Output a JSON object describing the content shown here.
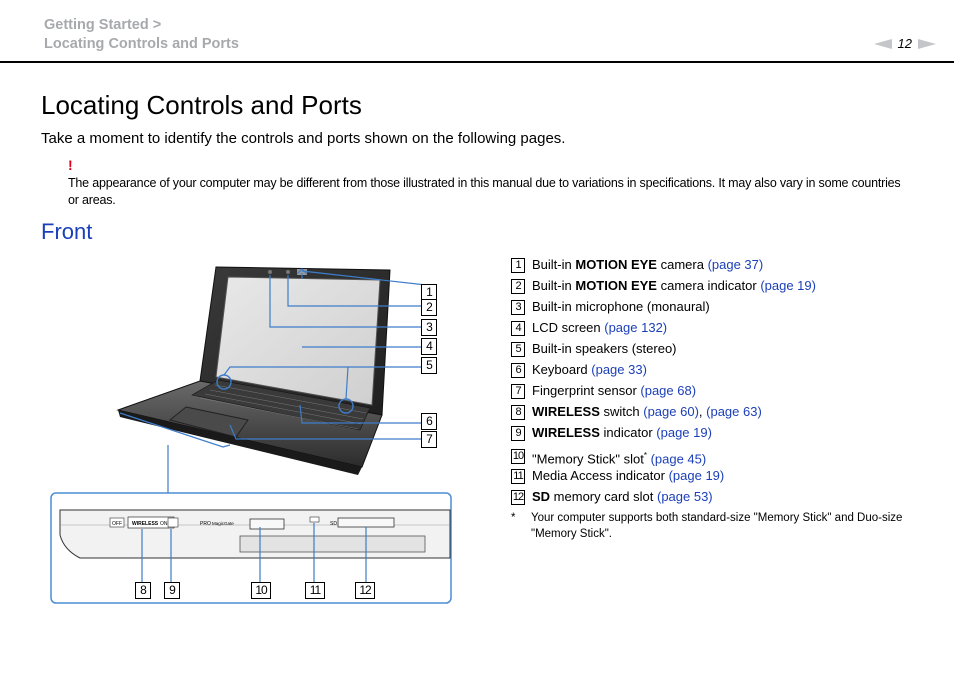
{
  "header": {
    "breadcrumb_line1": "Getting Started >",
    "breadcrumb_line2": "Locating Controls and Ports",
    "page_number": "12"
  },
  "title": "Locating Controls and Ports",
  "intro": "Take a moment to identify the controls and ports shown on the following pages.",
  "note": {
    "mark": "!",
    "text": "The appearance of your computer may be different from those illustrated in this manual due to variations in specifications. It may also vary in some countries or areas."
  },
  "section_title": "Front",
  "items": [
    {
      "num": "1",
      "pre": "Built-in ",
      "bold": "MOTION EYE",
      "post": " camera ",
      "link": "(page 37)",
      "link2": ""
    },
    {
      "num": "2",
      "pre": "Built-in ",
      "bold": "MOTION EYE",
      "post": " camera indicator ",
      "link": "(page 19)",
      "link2": ""
    },
    {
      "num": "3",
      "pre": "Built-in microphone (monaural)",
      "bold": "",
      "post": "",
      "link": "",
      "link2": ""
    },
    {
      "num": "4",
      "pre": "LCD screen ",
      "bold": "",
      "post": "",
      "link": "(page 132)",
      "link2": ""
    },
    {
      "num": "5",
      "pre": "Built-in speakers (stereo)",
      "bold": "",
      "post": "",
      "link": "",
      "link2": ""
    },
    {
      "num": "6",
      "pre": "Keyboard ",
      "bold": "",
      "post": "",
      "link": "(page 33)",
      "link2": ""
    },
    {
      "num": "7",
      "pre": "Fingerprint sensor ",
      "bold": "",
      "post": "",
      "link": "(page 68)",
      "link2": ""
    },
    {
      "num": "8",
      "pre": "",
      "bold": "WIRELESS",
      "post": " switch ",
      "link": "(page 60)",
      "link2": "(page 63)"
    },
    {
      "num": "9",
      "pre": "",
      "bold": "WIRELESS",
      "post": " indicator ",
      "link": "(page 19)",
      "link2": ""
    },
    {
      "num": "10",
      "pre": "\"Memory Stick\" slot",
      "bold": "",
      "post": " ",
      "link": "(page 45)",
      "link2": "",
      "sup": "*"
    },
    {
      "num": "11",
      "pre": "Media Access indicator ",
      "bold": "",
      "post": "",
      "link": "(page 19)",
      "link2": ""
    },
    {
      "num": "12",
      "pre": "",
      "bold": "SD",
      "post": " memory card slot ",
      "link": "(page 53)",
      "link2": ""
    }
  ],
  "footnote": {
    "mark": "*",
    "text": "Your computer supports both standard-size \"Memory Stick\" and Duo-size \"Memory Stick\"."
  },
  "figure": {
    "callouts_top": [
      "1",
      "2",
      "3",
      "4",
      "5",
      "6",
      "7"
    ],
    "callouts_bottom": [
      "8",
      "9",
      "10",
      "11",
      "12"
    ],
    "labels": {
      "off": "OFF",
      "wireless": "WIRELESS",
      "on": "ON",
      "pro": "PRO",
      "magic": "MagicGate",
      "sd": "SD"
    }
  },
  "colors": {
    "link": "#1b3fb8",
    "breadcrumb": "#a7a9ac",
    "accent_red": "#e2001a",
    "figure_frame": "#4a8fd4",
    "leader_line": "#3d7cc9"
  }
}
